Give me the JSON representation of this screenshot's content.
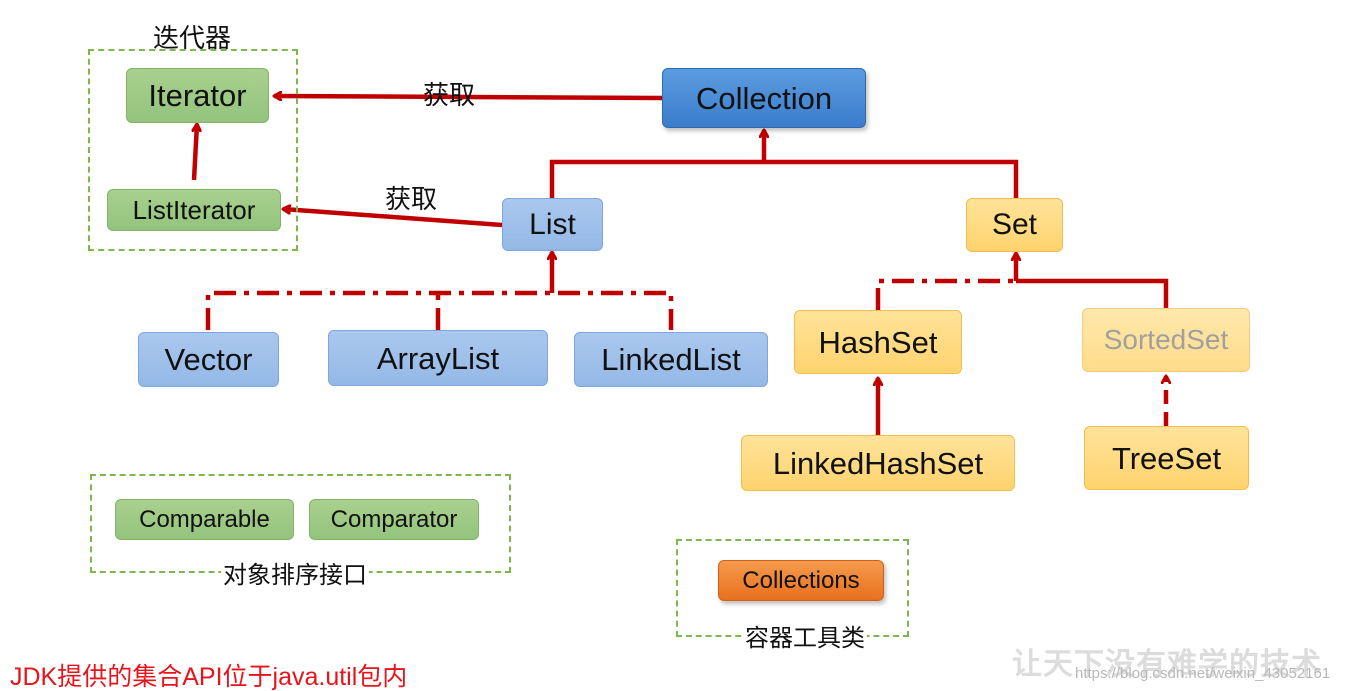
{
  "groups": {
    "iterator_caption": "迭代器",
    "sort_caption": "对象排序接口",
    "tools_caption": "容器工具类"
  },
  "nodes": {
    "iterator": "Iterator",
    "list_iterator": "ListIterator",
    "collection": "Collection",
    "list": "List",
    "set": "Set",
    "vector": "Vector",
    "array_list": "ArrayList",
    "linked_list": "LinkedList",
    "hash_set": "HashSet",
    "sorted_set": "SortedSet",
    "linked_hash_set": "LinkedHashSet",
    "tree_set": "TreeSet",
    "comparable": "Comparable",
    "comparator": "Comparator",
    "collections": "Collections"
  },
  "edge_labels": {
    "collection_to_iterator": "获取",
    "list_to_list_iterator": "获取"
  },
  "footnote": "JDK提供的集合API位于java.util包内",
  "watermark": {
    "calligraphy": "让天下没有难学的技术",
    "url": "https://blog.csdn.net/weixin_43052161"
  },
  "colors": {
    "arrow": "#c00000",
    "group_border": "#7fb64f",
    "footnote": "#e8141c"
  }
}
